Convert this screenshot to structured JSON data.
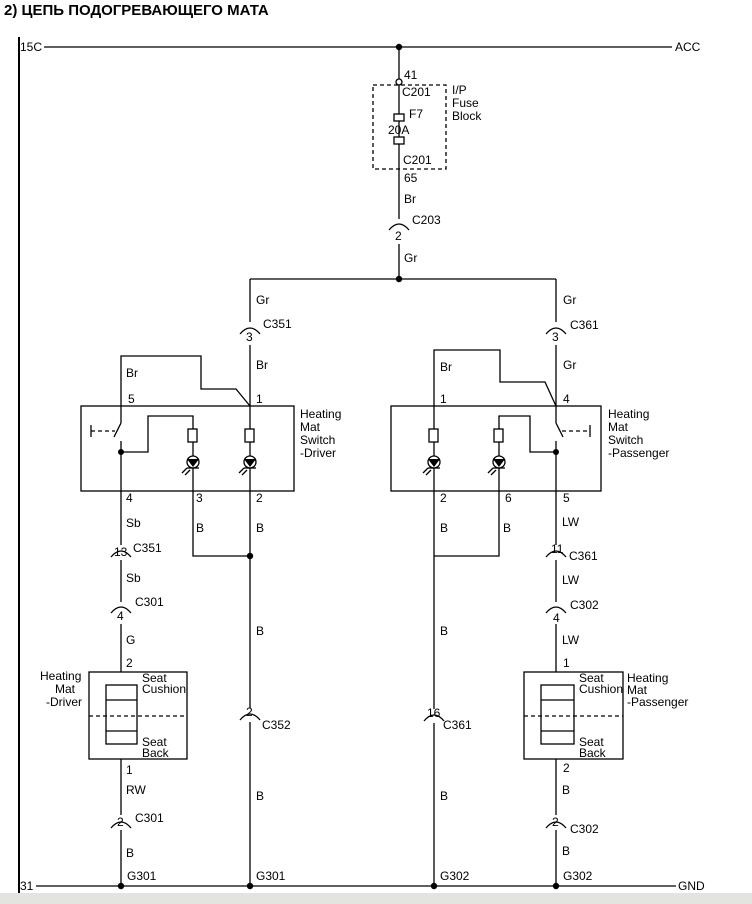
{
  "title": "2) ЦЕПЬ ПОДОГРЕВАЮЩЕГО МАТА",
  "rails": {
    "top_left": "15C",
    "top_right": "ACC",
    "bottom_left": "31",
    "bottom_right": "GND"
  },
  "fuse_block": {
    "pin_top": "41",
    "conn_top": "C201",
    "label_l1": "I/P",
    "label_l2": "Fuse",
    "label_l3": "Block",
    "fuse_name": "F7",
    "rating": "20A",
    "conn_bottom": "C201",
    "pin_bottom": "65"
  },
  "feed": {
    "wire_br": "Br",
    "c203_pin": "2",
    "c203": "C203",
    "wire_gr": "Gr"
  },
  "left_branch": {
    "wire_gr": "Gr",
    "c351_pin": "3",
    "c351": "C351",
    "wire_br": "Br"
  },
  "right_branch": {
    "wire_gr": "Gr",
    "c361_pin": "3",
    "c361": "C361",
    "wire_gr2": "Gr"
  },
  "switch_driver": {
    "label_l1": "Heating",
    "label_l2": "Mat",
    "label_l3": "Switch",
    "label_l4": "-Driver",
    "pin5": "5",
    "pin1": "1",
    "pin4": "4",
    "pin3": "3",
    "pin2": "2",
    "wire_br_top": "Br"
  },
  "switch_passenger": {
    "label_l1": "Heating",
    "label_l2": "Mat",
    "label_l3": "Switch",
    "label_l4": "-Passenger",
    "pin1": "1",
    "pin4": "4",
    "pin2": "2",
    "pin6": "6",
    "pin5": "5",
    "wire_br_top": "Br"
  },
  "driver_lower": {
    "wire_sb": "Sb",
    "c351_pin": "13",
    "c351": "C351",
    "wire_sb2": "Sb",
    "c301_pin": "4",
    "c301": "C301",
    "wire_g": "G",
    "wire_b3": "B",
    "wire_b2": "B",
    "wire_b_mid": "B",
    "c352_pin": "2",
    "c352": "C352",
    "wire_b_low": "B"
  },
  "passenger_lower": {
    "wire_b2": "B",
    "wire_b6": "B",
    "wire_lw": "LW",
    "c361_pin": "11",
    "c361": "C361",
    "wire_lw2": "LW",
    "c302_pin": "4",
    "c302": "C302",
    "wire_lw3": "LW",
    "wire_b_mid": "B",
    "c361b_pin": "16",
    "c361b": "C361",
    "wire_b_low": "B"
  },
  "mat_driver": {
    "label_l1": "Heating",
    "label_l2": "Mat",
    "label_l3": "-Driver",
    "cushion_l1": "Seat",
    "cushion_l2": "Cushion",
    "back_l1": "Seat",
    "back_l2": "Back",
    "pin_top": "2",
    "pin_bottom": "1",
    "wire_rw": "RW",
    "c301_pin": "2",
    "c301": "C301",
    "wire_b": "B"
  },
  "mat_passenger": {
    "label_l1": "Heating",
    "label_l2": "Mat",
    "label_l3": "-Passenger",
    "cushion_l1": "Seat",
    "cushion_l2": "Cushion",
    "back_l1": "Seat",
    "back_l2": "Back",
    "pin_top": "1",
    "pin_bottom": "2",
    "wire_b": "B",
    "c302_pin": "2",
    "c302": "C302",
    "wire_b2": "B"
  },
  "grounds": {
    "g301a": "G301",
    "g301b": "G301",
    "g302a": "G302",
    "g302b": "G302"
  }
}
